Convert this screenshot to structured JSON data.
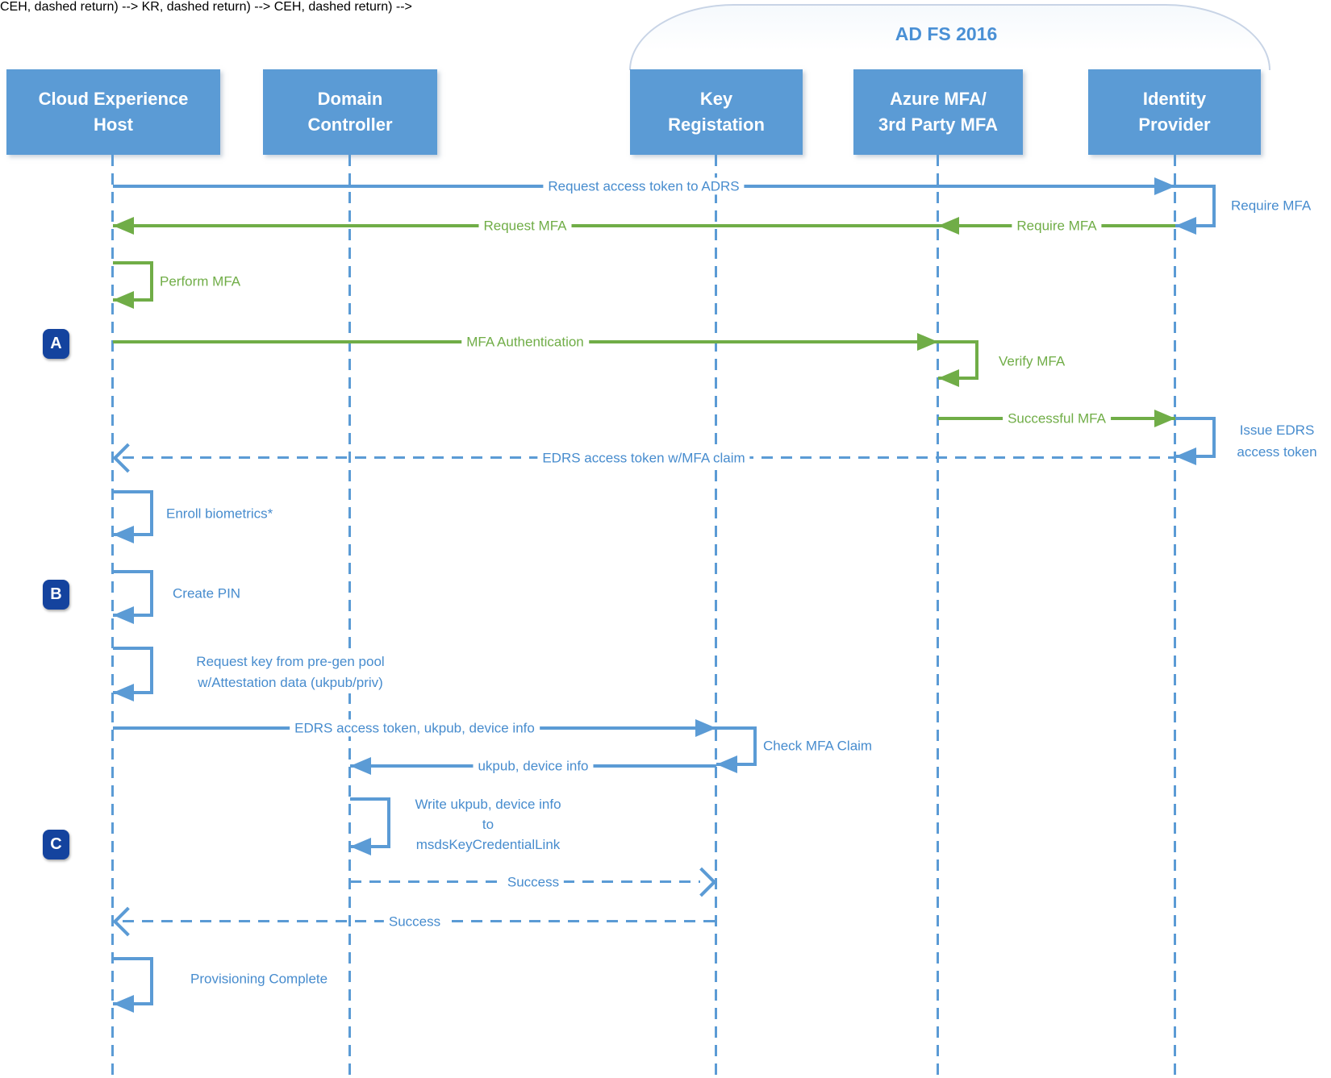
{
  "colors": {
    "actor_fill": "#5B9BD5",
    "line_blue": "#5B9BD5",
    "label_blue": "#478CCE",
    "green": "#70AD47",
    "badge_navy": "#14439E",
    "title_blue": "#4A90D5",
    "bracket_gray": "#C8D4E6"
  },
  "group": {
    "label": "AD FS 2016"
  },
  "actors": [
    {
      "lines": [
        "Cloud Experience",
        "Host"
      ]
    },
    {
      "lines": [
        "Domain",
        "Controller"
      ]
    },
    {
      "lines": [
        "Key",
        "Registation"
      ]
    },
    {
      "lines": [
        "Azure MFA/",
        "3rd Party MFA"
      ]
    },
    {
      "lines": [
        "Identity",
        "Provider"
      ]
    }
  ],
  "markers": [
    {
      "label": "A"
    },
    {
      "label": "B"
    },
    {
      "label": "C"
    }
  ],
  "messages": {
    "request_access_token": "Request access token to ADRS",
    "require_mfa_side": "Require MFA",
    "require_mfa": "Require MFA",
    "request_mfa": "Request MFA",
    "perform_mfa": "Perform MFA",
    "mfa_authentication": "MFA Authentication",
    "verify_mfa": "Verify MFA",
    "successful_mfa": "Successful MFA",
    "issue_edrs": [
      "Issue EDRS",
      "access token"
    ],
    "edrs_token_mfa_claim": "EDRS access token w/MFA claim",
    "enroll_biometrics": "Enroll biometrics*",
    "create_pin": "Create PIN",
    "request_key": [
      "Request key from pre-gen pool",
      "w/Attestation data (ukpub/priv)"
    ],
    "edrs_token_ukpub_device": "EDRS access token, ukpub, device info",
    "check_mfa_claim": "Check MFA Claim",
    "ukpub_device_info": "ukpub, device info",
    "write_ukpub": [
      "Write ukpub, device info",
      "to",
      "msdsKeyCredentialLink"
    ],
    "success_dc_to_kr": "Success",
    "success_kr_to_ceh": "Success",
    "provisioning_complete": "Provisioning Complete"
  }
}
